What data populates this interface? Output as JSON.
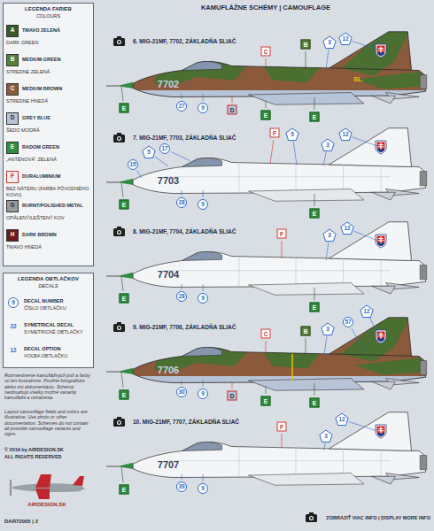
{
  "diagram": {
    "title": "KAMUFLÁŽNE SCHÉMY | CAMOUFLAGE",
    "nodes": [
      {
        "text": [
          "LEGENDA FARIEB",
          "COLOURS"
        ]
      },
      {
        "text": [
          "LEGENDA OBTLAČKOV",
          "DECALS"
        ]
      }
    ],
    "labels": [
      "A",
      "B",
      "C",
      "D",
      "E",
      "F",
      "G",
      "H",
      "DARK GREEN",
      "STREDNE ZELENÁ",
      "STREDNE HNEDÁ",
      "ŠEDO MODRÁ",
      "„ANTÉNOVÁ“ ZELENÁ",
      "BEZ NÁTERU (FARBA PÔVODNÉHO KOVU)",
      "OPÁLENÝ/LEŠTENÝ KOV",
      "TMAVO HNEDÁ",
      "9",
      "22",
      "12",
      "ČÍSLO OBTLAČKU",
      "SYMETRICKÉ OBTLAČKY",
      "VOĽBA OBTLAČKU",
      "Rozmiestnenie kamuflážnych polí a farby sú len ilustratívne. Použite fotografickú alebo inú dokumentáciu. Schémy neobsahujú všetky možné varianty kamuflaže a označenia.",
      "Layout camouflage fields and colors are illustrative. Use photo or other documentation. Schemes do not contain all possible camouflage variants and signs.",
      "© 2019 by AIRDESIGN.SK",
      "ALL RIGHTS RESERVED",
      "AIRDESIGN.SK",
      "DAR72005 | 2",
      "ZOBRAZIŤ VIAC INFO | DISPLAY MORE INFO",
      "6. MIG-21MF, 7702, ZÁKLADŇA SLIAČ",
      "7702",
      "SL",
      "C",
      "B",
      "3",
      "12",
      "E",
      "27",
      "9",
      "D",
      "E",
      "E",
      "7. MIG-21MF, 7703, ZÁKLADŇA SLIAČ",
      "7703",
      "15",
      "5",
      "17",
      "F",
      "5",
      "12",
      "3",
      "E",
      "28",
      "9",
      "E",
      "8. MIG-21MF, 7704, ZÁKLADŇA SLIAČ",
      "7704",
      "F",
      "3",
      "12",
      "E",
      "28",
      "9",
      "E",
      "9. MIG-21MF, 7706, ZÁKLADŇA SLIAČ",
      "7706",
      "C",
      "B",
      "3",
      "57",
      "12",
      "E",
      "30",
      "9",
      "D",
      "E",
      "E",
      "10. MIG-21MF, 7707, ZÁKLADŇA SLIAČ",
      "7707",
      "F",
      "3",
      "12",
      "E",
      "39",
      "9"
    ],
    "legend": [
      {
        "text": "TMAVO ZELENÁ",
        "color": "#3b5a2c"
      },
      {
        "text": "MEDIUM GREEN",
        "color": "#56803a"
      },
      {
        "text": "MEDIUM BROWN",
        "color": "#8b5a3c"
      },
      {
        "text": "GREY BLUE",
        "color": "#b7c3d6"
      },
      {
        "text": "RADOM GREEN",
        "color": "#2e8f3c"
      },
      {
        "text": "DURALUMINIUM",
        "color": "#eeeeee"
      },
      {
        "text": "BURNT/POLISHED METAL",
        "color": "#9a9a9a"
      },
      {
        "text": "DARK BROWN",
        "color": "#6a1c1c"
      },
      {
        "text": "DECAL NUMBER"
      },
      {
        "text": "SYMETRICAL DECAL"
      },
      {
        "text": "DECAL OPTION"
      }
    ]
  }
}
